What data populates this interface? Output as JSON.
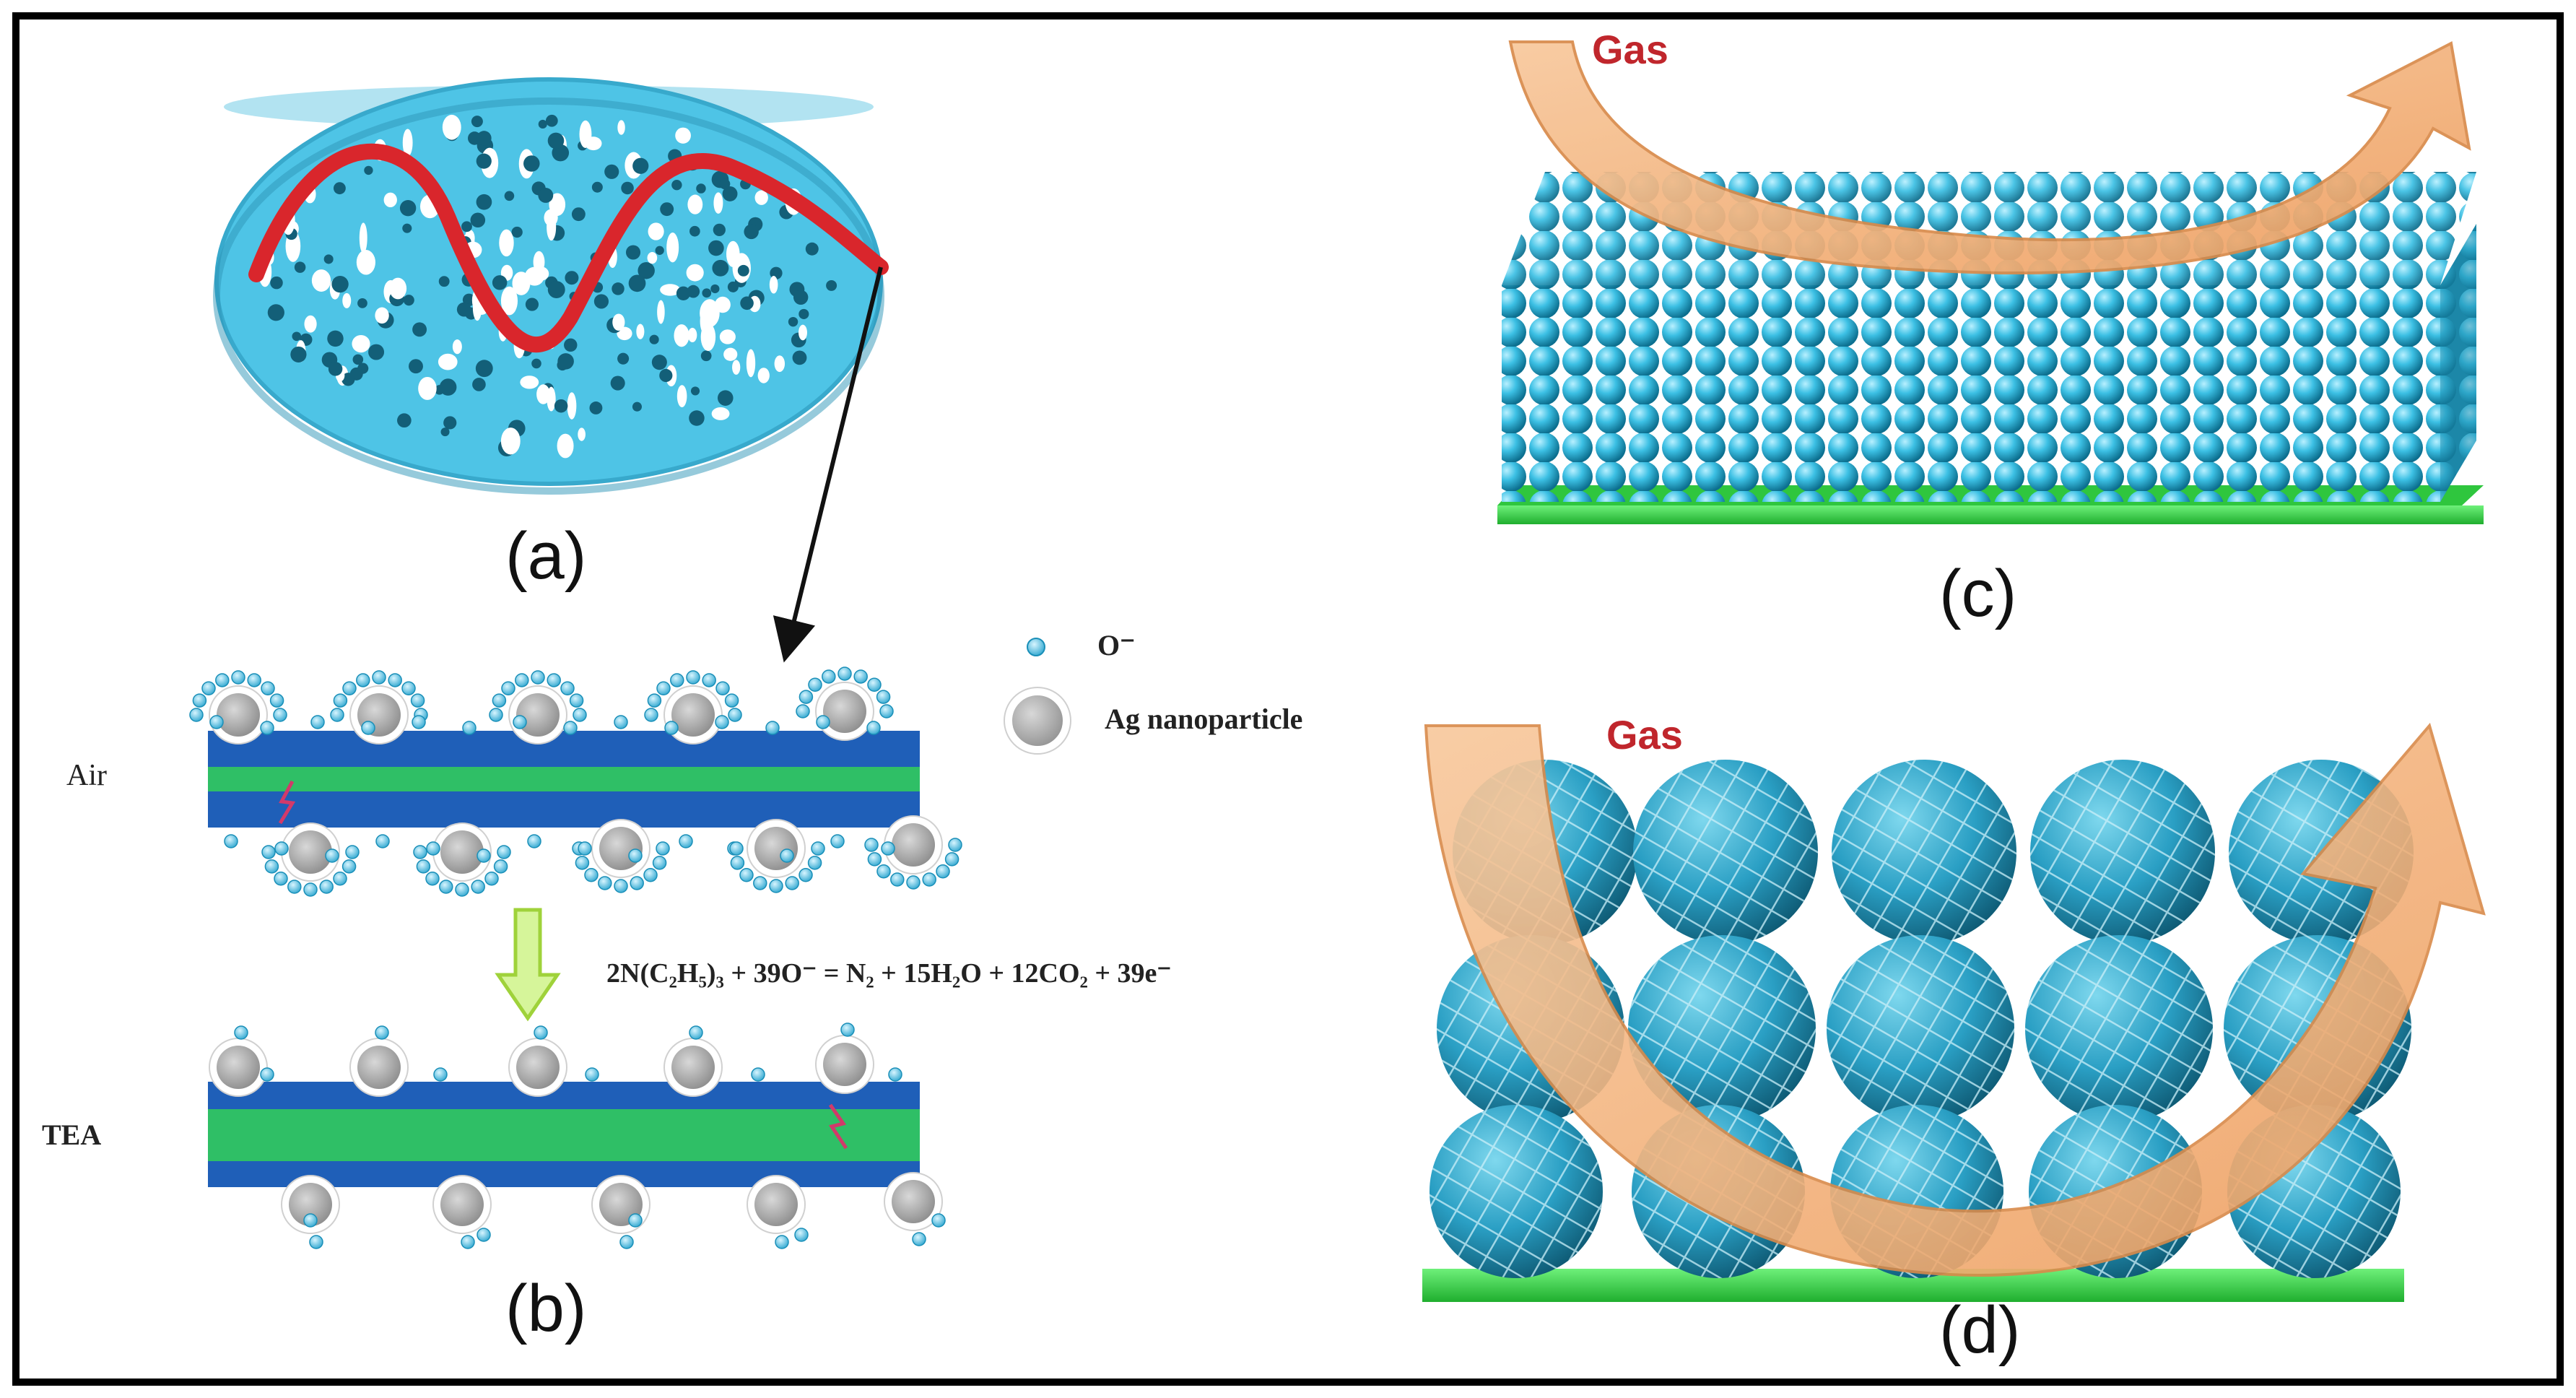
{
  "panels": {
    "a": {
      "label": "(a)"
    },
    "b": {
      "label": "(b)",
      "state_air": "Air",
      "state_tea": "TEA",
      "legend_oxygen": "O⁻",
      "legend_ag": "Ag nanoparticle",
      "equation": "2N(C₂H₅)₃ + 39O⁻ = N₂ + 15H₂O + 12CO₂ + 39e⁻"
    },
    "c": {
      "label": "(c)",
      "gas_label": "Gas"
    },
    "d": {
      "label": "(d)",
      "gas_label": "Gas"
    }
  },
  "colors": {
    "frame": "#000000",
    "film_cyan": "#4ec4e6",
    "sine_red": "#d9262c",
    "layer_blue": "#1f5fb8",
    "layer_green": "#2fbf66",
    "substrate_green": "#33d14a",
    "sphere_teal": "#2ea6c9",
    "arrow_orange": "#f4b07a",
    "gas_text": "#c0262c",
    "down_arrow": "#b7e36a"
  },
  "icons": [
    "porous-film-icon",
    "ag-nanoparticle-icon",
    "oxygen-ion-icon",
    "gas-flow-arrow-icon"
  ]
}
